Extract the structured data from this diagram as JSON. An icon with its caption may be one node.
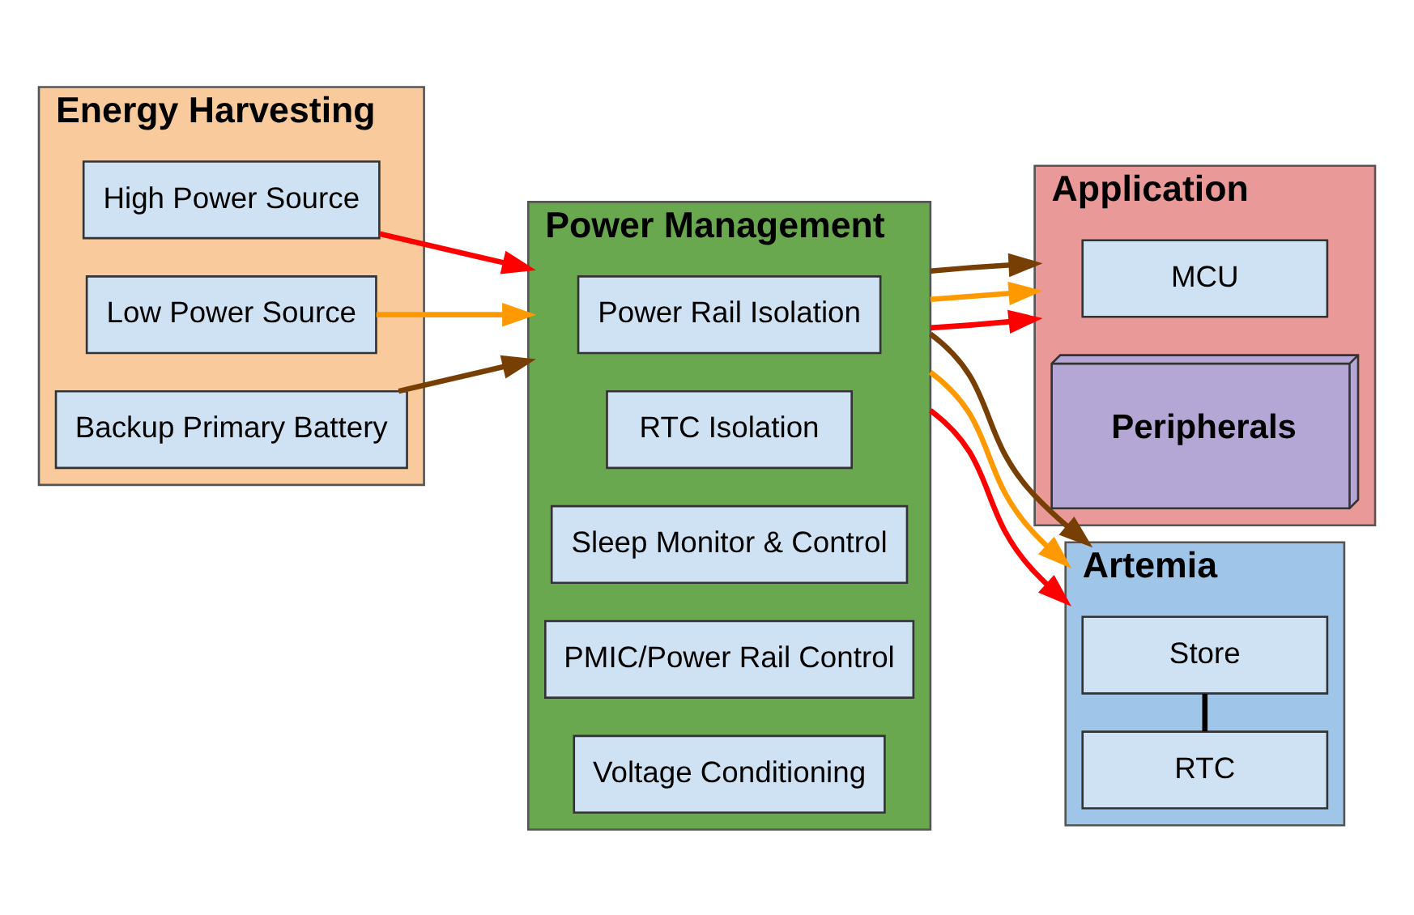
{
  "diagram": {
    "nodes": [
      {
        "text": [
          "Energy Harvesting"
        ]
      },
      {
        "text": [
          "High Power Source"
        ],
        "in": 0
      },
      {
        "text": [
          "Low Power Source"
        ],
        "in": 0
      },
      {
        "text": [
          "Backup Primary Battery"
        ],
        "in": 0
      },
      {
        "text": [
          "Power Management"
        ]
      },
      {
        "text": [
          "Power Rail Isolation"
        ],
        "in": 4
      },
      {
        "text": [
          "RTC Isolation"
        ],
        "in": 4
      },
      {
        "text": [
          "Sleep Monitor & Control"
        ],
        "in": 4
      },
      {
        "text": [
          "PMIC/Power Rail Control"
        ],
        "in": 4
      },
      {
        "text": [
          "Voltage Conditioning"
        ],
        "in": 4
      },
      {
        "text": [
          "Application"
        ]
      },
      {
        "text": [
          "MCU"
        ],
        "in": 10
      },
      {
        "text": [
          "Peripherals"
        ],
        "in": 10
      },
      {
        "text": [
          "Artemia"
        ]
      },
      {
        "text": [
          "Store"
        ],
        "in": 13
      },
      {
        "text": [
          "RTC"
        ],
        "in": 13
      }
    ],
    "edges": [
      {
        "from": 1,
        "to": 4,
        "arrow": "to",
        "color": "#ff0000"
      },
      {
        "from": 2,
        "to": 4,
        "arrow": "to",
        "color": "#ff9900"
      },
      {
        "from": 3,
        "to": 4,
        "arrow": "to",
        "color": "#783f04"
      },
      {
        "from": 4,
        "to": 10,
        "arrow": "to",
        "color": "#ff0000"
      },
      {
        "from": 4,
        "to": 10,
        "arrow": "to",
        "color": "#ff9900"
      },
      {
        "from": 4,
        "to": 10,
        "arrow": "to",
        "color": "#783f04"
      },
      {
        "from": 4,
        "to": 13,
        "arrow": "to",
        "color": "#ff0000"
      },
      {
        "from": 4,
        "to": 13,
        "arrow": "to",
        "color": "#ff9900"
      },
      {
        "from": 4,
        "to": 13,
        "arrow": "to",
        "color": "#783f04"
      },
      {
        "from": 14,
        "to": 15,
        "arrow": "none",
        "color": "#000000"
      }
    ]
  }
}
